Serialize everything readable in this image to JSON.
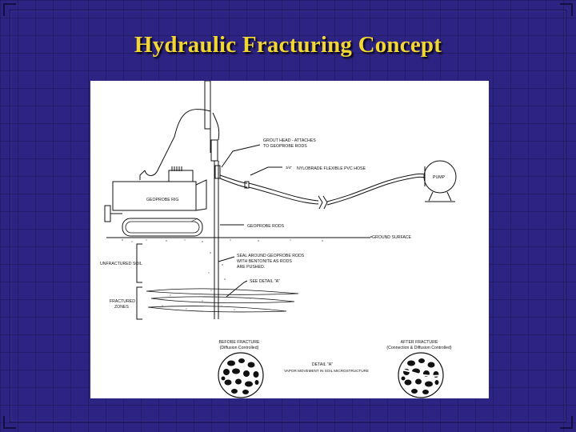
{
  "slide": {
    "title": "Hydraulic Fracturing Concept"
  },
  "diagram": {
    "grout_head_line1": "GROUT HEAD - ATTACHES",
    "grout_head_line2": "TO GEOPROBE RODS",
    "hose_size": "3/4\"",
    "hose_label": "NYLOBRADE FLEXIBLE PVC HOSE",
    "pump_label": "PUMP",
    "rig_label": "GEOPROBE RIG",
    "rods_label": "GEOPROBE RODS",
    "ground_surface": "GROUND SURFACE",
    "unfractured_soil": "UNFRACTURED SOIL",
    "seal_line1": "SEAL AROUND GEOPROBE RODS",
    "seal_line2": "WITH BENTONITE AS RODS",
    "seal_line3": "ARE PUSHED.",
    "see_detail": "SEE DETAIL \"A\"",
    "fractured_line1": "FRACTURED",
    "fractured_line2": "ZONES",
    "before_line1": "BEFORE FRACTURE",
    "before_line2": "(Diffusion Controlled)",
    "after_line1": "AFTER FRACTURE",
    "after_line2": "(Connection & Diffusion Controlled)",
    "detail_title": "DETAIL \"A\"",
    "detail_subtitle": "VAPOR MOVEMENT IN SOIL MICROSTRUCTURE"
  },
  "colors": {
    "background": "#2d2382",
    "title": "#f2d635",
    "panel": "#ffffff",
    "ink": "#111111"
  }
}
